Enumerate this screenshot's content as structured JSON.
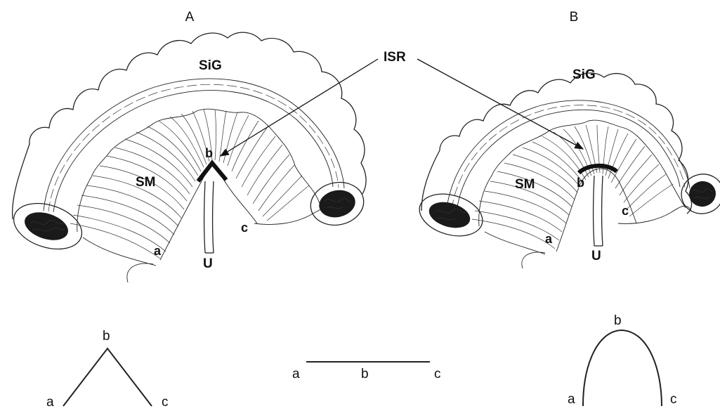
{
  "figure": {
    "panel_a": {
      "title": "A",
      "labels": {
        "sigmoid": "SiG",
        "mesentery": "SM",
        "ureter": "U",
        "a": "a",
        "b": "b",
        "c": "c"
      }
    },
    "panel_b": {
      "title": "B",
      "labels": {
        "sigmoid": "SiG",
        "mesentery": "SM",
        "ureter": "U",
        "a": "a",
        "b": "b",
        "c": "c"
      }
    },
    "shared_label": "ISR",
    "schematics": [
      {
        "shape": "inverted-v",
        "labels": {
          "a": "a",
          "b": "b",
          "c": "c"
        }
      },
      {
        "shape": "straight",
        "labels": {
          "a": "a",
          "b": "b",
          "c": "c"
        }
      },
      {
        "shape": "arch",
        "labels": {
          "a": "a",
          "b": "b",
          "c": "c"
        }
      }
    ],
    "colors": {
      "ink": "#111111",
      "background": "#ffffff"
    }
  }
}
